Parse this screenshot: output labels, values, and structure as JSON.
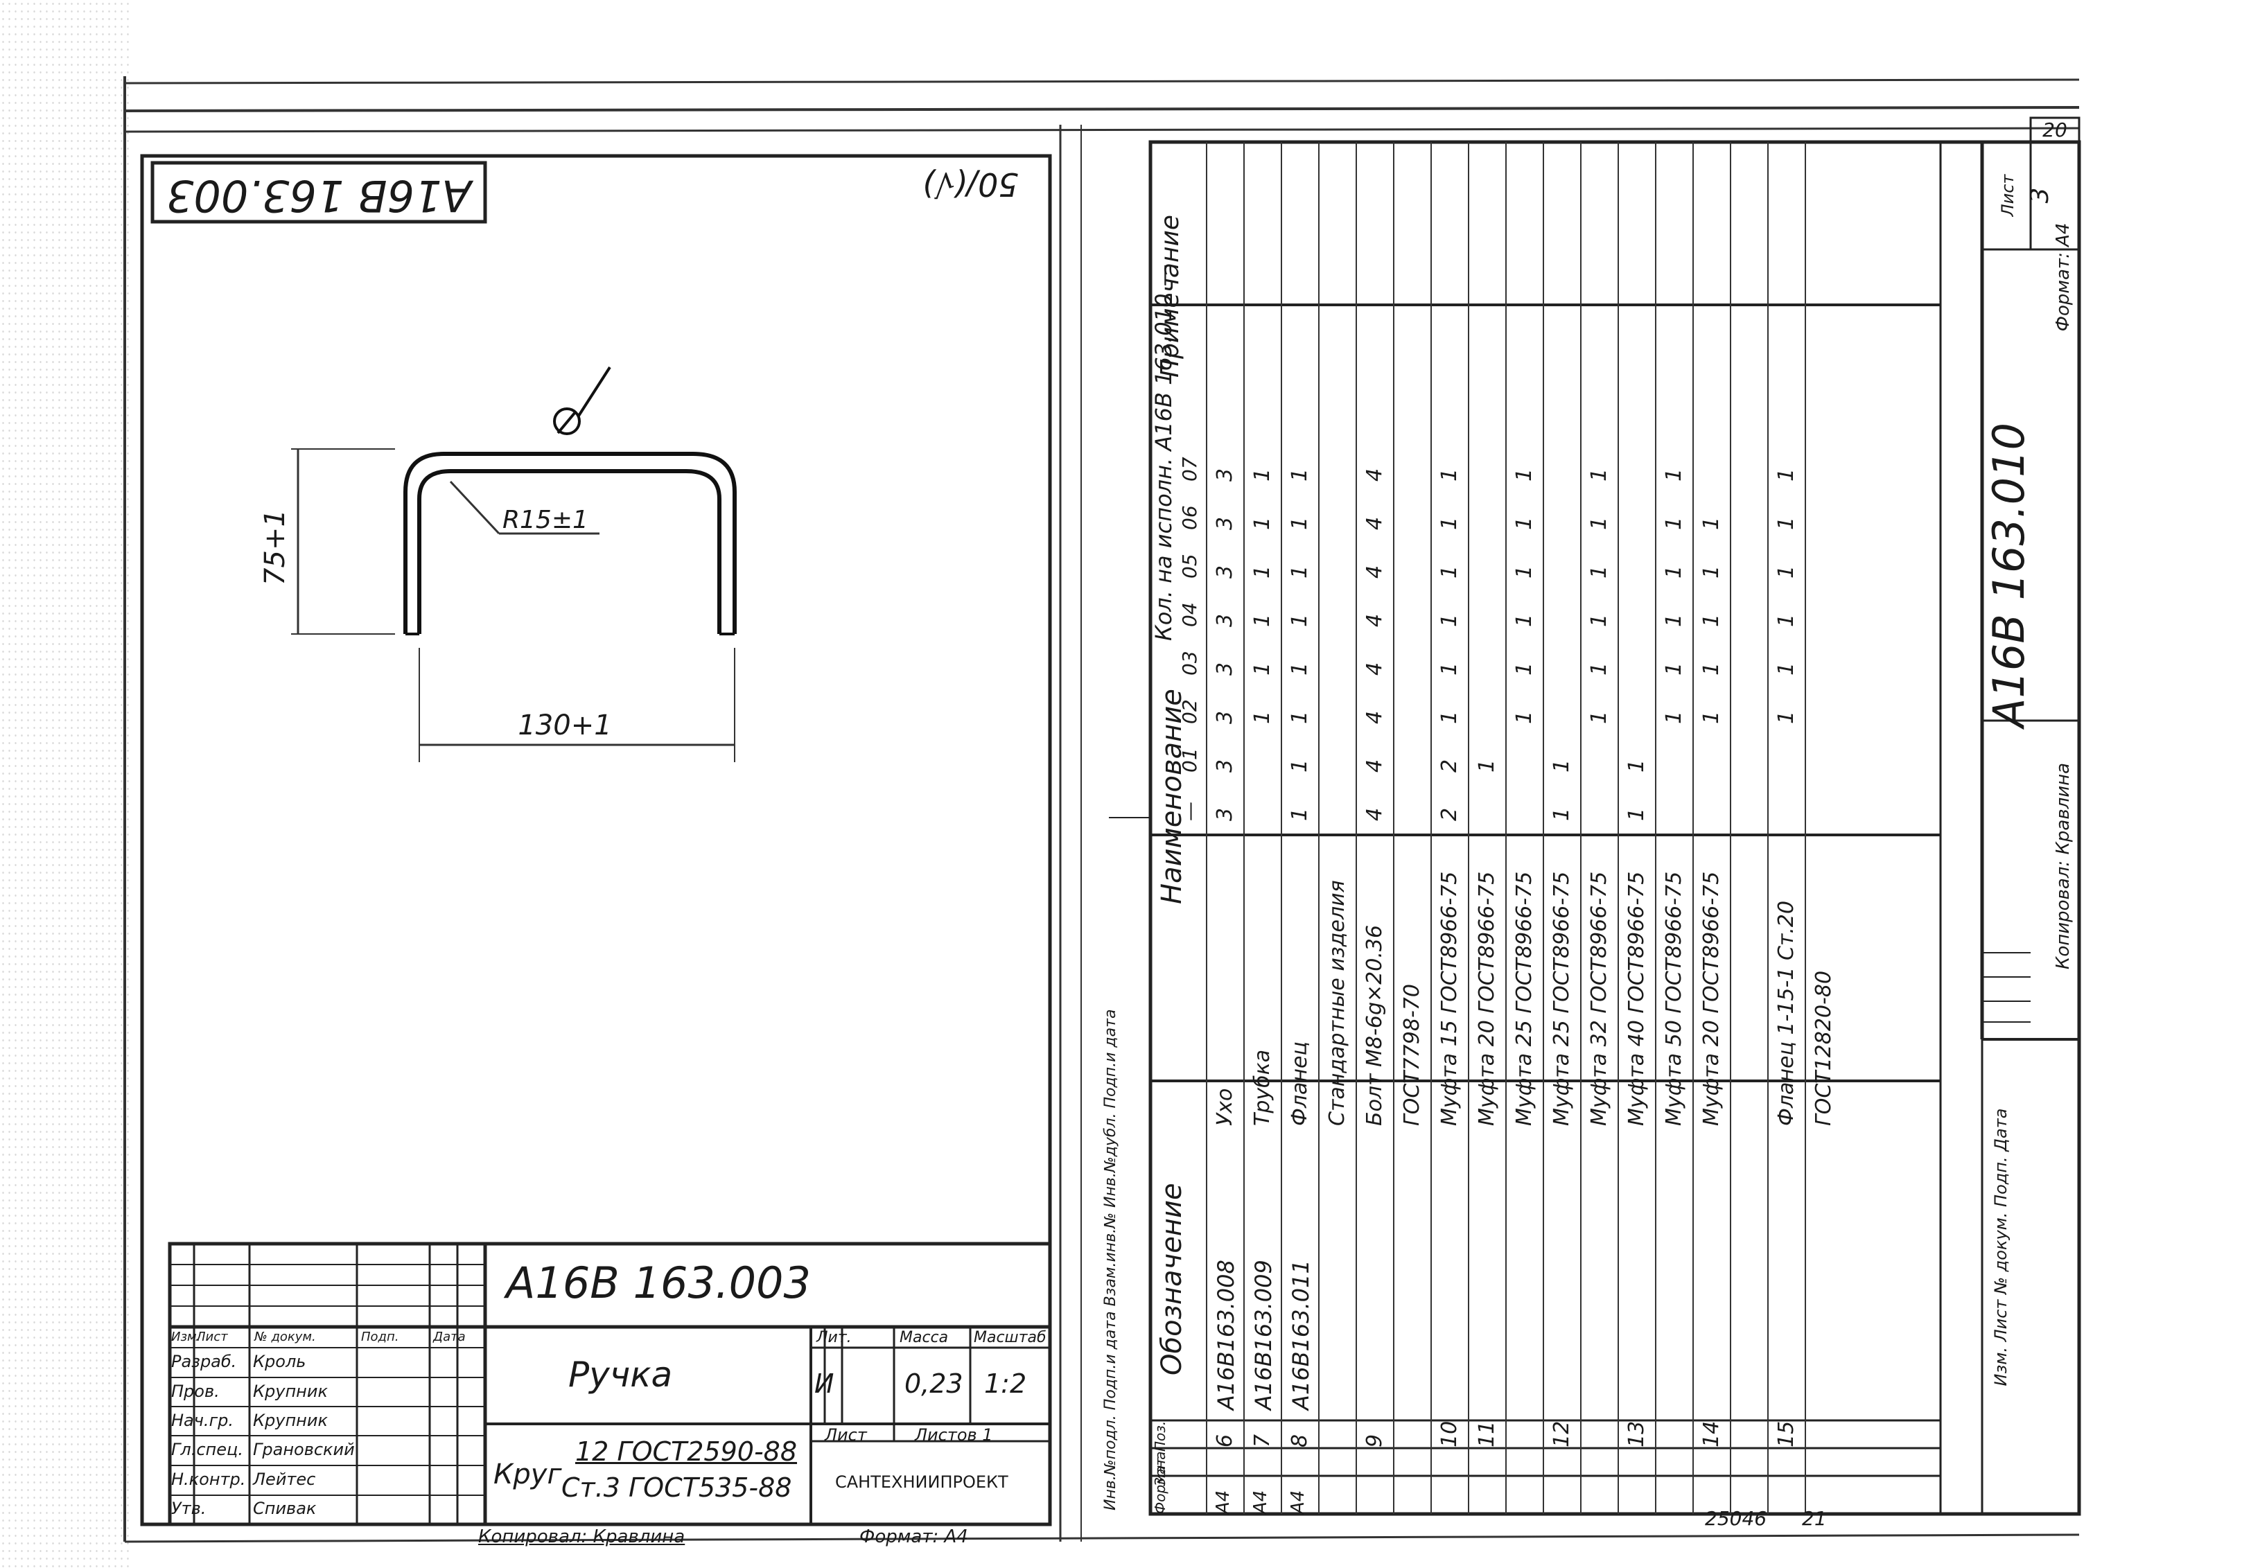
{
  "left_sheet": {
    "rotated_code": "А16В 163.003",
    "roughness": "50/(√)",
    "dims": {
      "height": "75+1",
      "width": "130+1",
      "radius": "R15±1"
    },
    "title_block": {
      "designation": "А16В 163.003",
      "name": "Ручка",
      "material_prefix": "Круг",
      "material_top": "12 ГОСТ2590-88",
      "material_bottom": "Ст.3 ГОСТ535-88",
      "lit_header": "Лит.",
      "mass_header": "Масса",
      "scale_header": "Масштаб",
      "lit_value": "И",
      "mass_value": "0,23",
      "scale_value": "1:2",
      "sheet_label": "Лист",
      "sheets_label": "Листов 1",
      "org": "САНТЕХНИИПРОЕКТ",
      "stamp_header": [
        "Изм.",
        "Лист",
        "№ докум.",
        "Подп.",
        "Дата"
      ],
      "stamp_rows": [
        {
          "role": "Разраб.",
          "name": "Кроль"
        },
        {
          "role": "Пров.",
          "name": "Крупник"
        },
        {
          "role": "Нач.гр.",
          "name": "Крупник"
        },
        {
          "role": "Гл.спец.",
          "name": "Грановский"
        },
        {
          "role": "Н.контр.",
          "name": "Лейтес"
        },
        {
          "role": "Утв.",
          "name": "Спивак"
        }
      ]
    },
    "copied_by": "Копировал: Кравлина",
    "format": "Формат: А4"
  },
  "right_sheet": {
    "page_corner": "20",
    "sheet_label": "Лист",
    "sheet_number": "3",
    "designation": "А16В 163.010",
    "copied_by": "Копировал: Кравлина",
    "format": "Формат: А4",
    "stamp_vertical": "Изм. Лист № докум. Подп. Дата",
    "left_strip": "Инв.№подл. Подп.и дата Взам.инв.№ Инв.№дубл. Подп.и дата",
    "headers": {
      "format": "Формат",
      "zone": "Зона",
      "pos": "Поз.",
      "designation": "Обозначение",
      "name": "Наименование",
      "qty_title": "Кол. на исполн. А16В 163.010 —",
      "note": "Примечание"
    },
    "variants": [
      "—",
      "01",
      "02",
      "03",
      "04",
      "05",
      "06",
      "07"
    ],
    "rows": [
      {
        "fmt": "А4",
        "pos": "6",
        "des": "А16В163.008",
        "name": "Ухо",
        "q": [
          "3",
          "3",
          "3",
          "3",
          "3",
          "3",
          "3",
          "3"
        ]
      },
      {
        "fmt": "А4",
        "pos": "7",
        "des": "А16В163.009",
        "name": "Трубка",
        "q": [
          "",
          "",
          "1",
          "1",
          "1",
          "1",
          "1",
          "1"
        ]
      },
      {
        "fmt": "А4",
        "pos": "8",
        "des": "А16В163.011",
        "name": "Фланец",
        "q": [
          "1",
          "1",
          "1",
          "1",
          "1",
          "1",
          "1",
          "1"
        ]
      },
      {
        "fmt": "",
        "pos": "",
        "des": "",
        "name": "Стандартные изделия",
        "q": [
          "",
          "",
          "",
          "",
          "",
          "",
          "",
          ""
        ]
      },
      {
        "fmt": "",
        "pos": "9",
        "des": "",
        "name": "Болт М8-6g×20.36",
        "q": [
          "4",
          "4",
          "4",
          "4",
          "4",
          "4",
          "4",
          "4"
        ]
      },
      {
        "fmt": "",
        "pos": "",
        "des": "",
        "name": "ГОСТ7798-70",
        "q": [
          "",
          "",
          "",
          "",
          "",
          "",
          "",
          ""
        ]
      },
      {
        "fmt": "",
        "pos": "10",
        "des": "",
        "name": "Муфта 15 ГОСТ8966-75",
        "q": [
          "2",
          "2",
          "1",
          "1",
          "1",
          "1",
          "1",
          "1"
        ]
      },
      {
        "fmt": "",
        "pos": "11",
        "des": "",
        "name": "Муфта 20 ГОСТ8966-75",
        "q": [
          "",
          "1",
          "",
          "",
          "",
          "",
          "",
          ""
        ]
      },
      {
        "fmt": "",
        "pos": "",
        "des": "",
        "name": "Муфта 25 ГОСТ8966-75",
        "q": [
          "",
          "",
          "1",
          "1",
          "1",
          "1",
          "1",
          "1"
        ]
      },
      {
        "fmt": "",
        "pos": "12",
        "des": "",
        "name": "Муфта 25 ГОСТ8966-75",
        "q": [
          "1",
          "1",
          "",
          "",
          "",
          "",
          "",
          ""
        ]
      },
      {
        "fmt": "",
        "pos": "",
        "des": "",
        "name": "Муфта 32 ГОСТ8966-75",
        "q": [
          "",
          "",
          "1",
          "1",
          "1",
          "1",
          "1",
          "1"
        ]
      },
      {
        "fmt": "",
        "pos": "13",
        "des": "",
        "name": "Муфта 40 ГОСТ8966-75",
        "q": [
          "1",
          "1",
          "",
          "",
          "",
          "",
          "",
          ""
        ]
      },
      {
        "fmt": "",
        "pos": "",
        "des": "",
        "name": "Муфта 50 ГОСТ8966-75",
        "q": [
          "",
          "",
          "1",
          "1",
          "1",
          "1",
          "1",
          "1"
        ]
      },
      {
        "fmt": "",
        "pos": "14",
        "des": "",
        "name": "Муфта 20 ГОСТ8966-75",
        "q": [
          "",
          "",
          "1",
          "1",
          "1",
          "1",
          "1",
          ""
        ]
      },
      {
        "fmt": "",
        "pos": "",
        "des": "",
        "name": "",
        "q": [
          "",
          "",
          "",
          "",
          "",
          "",
          "",
          ""
        ]
      },
      {
        "fmt": "",
        "pos": "15",
        "des": "",
        "name": "Фланец 1-15-1 Ст.20",
        "q": [
          "",
          "",
          "1",
          "1",
          "1",
          "1",
          "1",
          "1"
        ]
      },
      {
        "fmt": "",
        "pos": "",
        "des": "",
        "name": "ГОСТ12820-80",
        "q": [
          "",
          "",
          "",
          "",
          "",
          "",
          "",
          ""
        ]
      }
    ]
  },
  "footer": {
    "code": "25046",
    "page": "21"
  }
}
